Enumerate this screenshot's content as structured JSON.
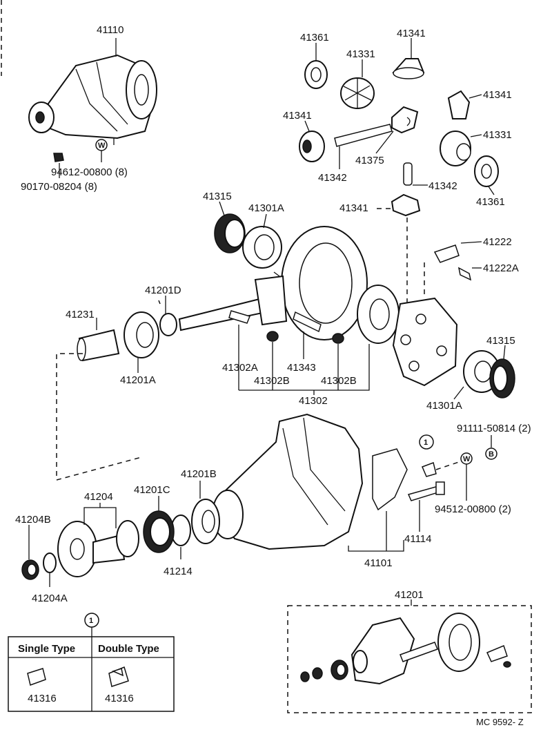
{
  "parts": [
    {
      "id": "carrier-assy-top",
      "num": "41110"
    },
    {
      "id": "washer-94512",
      "num": "94612-00800 (8)"
    },
    {
      "id": "stud-90170",
      "num": "90170-08204 (8)"
    },
    {
      "id": "washer-41361-top",
      "num": "41361"
    },
    {
      "id": "gear-41331-top",
      "num": "41331"
    },
    {
      "id": "gear-41341-top",
      "num": "41341"
    },
    {
      "id": "gear-41341-right",
      "num": "41341"
    },
    {
      "id": "gear-41341-left",
      "num": "41341"
    },
    {
      "id": "gear-41331-right",
      "num": "41331"
    },
    {
      "id": "block-41375",
      "num": "41375"
    },
    {
      "id": "shaft-41342-left",
      "num": "41342"
    },
    {
      "id": "pin-41342-right",
      "num": "41342"
    },
    {
      "id": "washer-41361-right",
      "num": "41361"
    },
    {
      "id": "gear-41341-mid",
      "num": "41341"
    },
    {
      "id": "bearing-41315-top",
      "num": "41315"
    },
    {
      "id": "bearing-41301A-top",
      "num": "41301A"
    },
    {
      "id": "lock-41222",
      "num": "41222"
    },
    {
      "id": "bolt-41222A",
      "num": "41222A"
    },
    {
      "id": "spacer-41231",
      "num": "41231"
    },
    {
      "id": "ring-41201D",
      "num": "41201D"
    },
    {
      "id": "bearing-41201A",
      "num": "41201A"
    },
    {
      "id": "bolt-41302A",
      "num": "41302A"
    },
    {
      "id": "plate-41343",
      "num": "41343"
    },
    {
      "id": "bearing-41315-right",
      "num": "41315"
    },
    {
      "id": "nut-41302B-left",
      "num": "41302B"
    },
    {
      "id": "nut-41302B-right",
      "num": "41302B"
    },
    {
      "id": "set-41302",
      "num": "41302"
    },
    {
      "id": "bearing-41301A-right",
      "num": "41301A"
    },
    {
      "id": "bolt-91111",
      "num": "91111-50814 (2)"
    },
    {
      "id": "washer-94512-2",
      "num": "94512-00800 (2)"
    },
    {
      "id": "bolt-41114",
      "num": "41114"
    },
    {
      "id": "case-41101",
      "num": "41101"
    },
    {
      "id": "bearing-41201B",
      "num": "41201B"
    },
    {
      "id": "bearing-41201C",
      "num": "41201C"
    },
    {
      "id": "flange-41204",
      "num": "41204"
    },
    {
      "id": "nut-41204B",
      "num": "41204B"
    },
    {
      "id": "washer-41204A",
      "num": "41204A"
    },
    {
      "id": "spacer-41214",
      "num": "41214"
    },
    {
      "id": "gear-set-41201",
      "num": "41201"
    }
  ],
  "callout_markers": {
    "ref_top": "1",
    "ref_bottom": "1",
    "w_top": "W",
    "w_right": "W",
    "b_right": "B"
  },
  "inset": {
    "single_label": "Single Type",
    "double_label": "Double Type",
    "single_part": "41316",
    "double_part": "41316"
  },
  "footer": {
    "code": "MC  9592- Z"
  }
}
